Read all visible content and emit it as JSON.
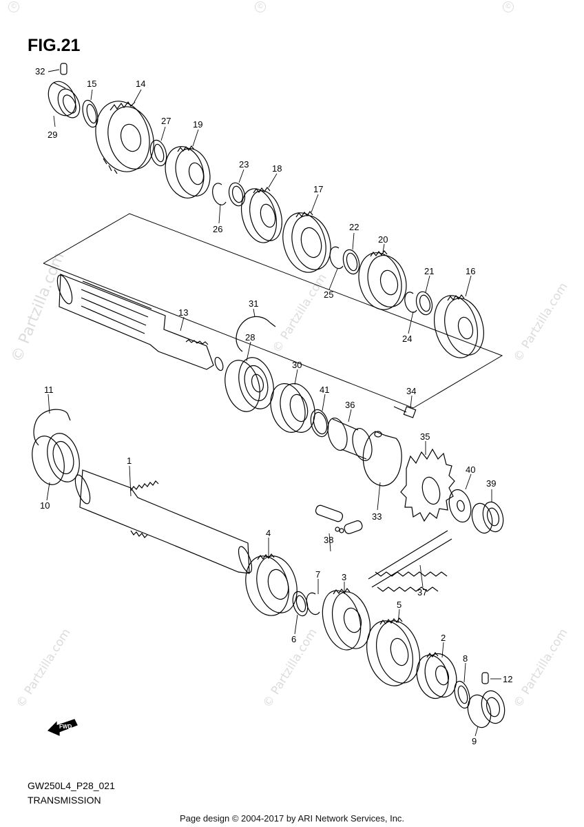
{
  "figure": {
    "title": "FIG.21",
    "model_code": "GW250L4_P28_021",
    "section": "TRANSMISSION"
  },
  "footer": "Page design © 2004-2017 by ARI Network Services, Inc.",
  "watermark": {
    "text": "© Partzilla.com",
    "mark": "©",
    "color": "#dcdcdc"
  },
  "direction_badge": "FWD",
  "callouts": {
    "p1": "1",
    "p2": "2",
    "p3": "3",
    "p4": "4",
    "p5": "5",
    "p6": "6",
    "p7": "7",
    "p8": "8",
    "p9": "9",
    "p10": "10",
    "p11": "11",
    "p12": "12",
    "p13": "13",
    "p14": "14",
    "p15": "15",
    "p16": "16",
    "p17": "17",
    "p18": "18",
    "p19": "19",
    "p20": "20",
    "p21": "21",
    "p22": "22",
    "p23": "23",
    "p24": "24",
    "p25": "25",
    "p26": "26",
    "p27": "27",
    "p28": "28",
    "p29": "29",
    "p30": "30",
    "p31": "31",
    "p32": "32",
    "p33": "33",
    "p34": "34",
    "p35": "35",
    "p36": "36",
    "p37": "37",
    "p38": "38",
    "p39": "39",
    "p40": "40",
    "p41": "41"
  }
}
